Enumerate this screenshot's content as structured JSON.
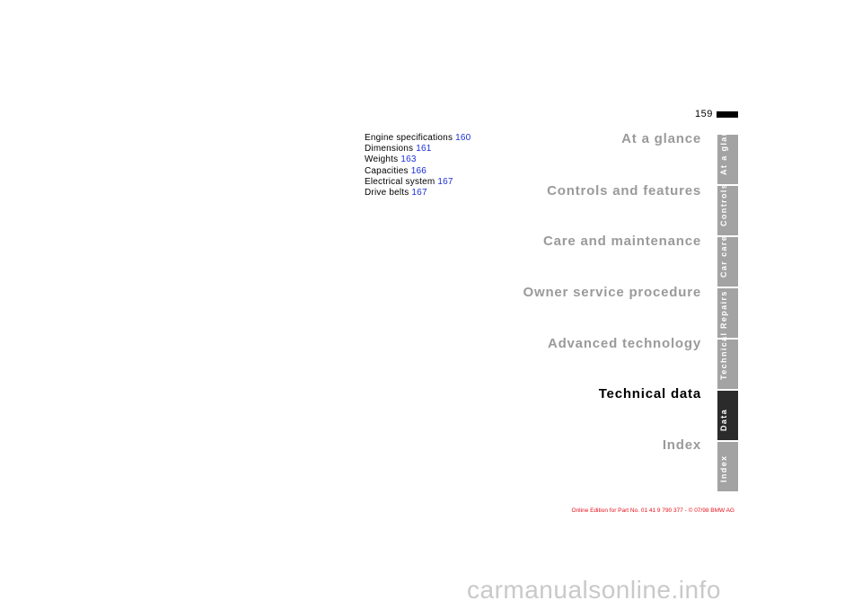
{
  "page": {
    "number": "159"
  },
  "toc": [
    {
      "label": "Engine specifications",
      "page": "160"
    },
    {
      "label": "Dimensions",
      "page": "161"
    },
    {
      "label": "Weights",
      "page": "163"
    },
    {
      "label": "Capacities",
      "page": "166"
    },
    {
      "label": "Electrical system",
      "page": "167"
    },
    {
      "label": "Drive belts",
      "page": "167"
    }
  ],
  "sections": [
    {
      "title": "At a glance",
      "active": false
    },
    {
      "title": "Controls and features",
      "active": false
    },
    {
      "title": "Care and maintenance",
      "active": false
    },
    {
      "title": "Owner service procedure",
      "active": false
    },
    {
      "title": "Advanced technology",
      "active": false
    },
    {
      "title": "Technical data",
      "active": true
    },
    {
      "title": "Index",
      "active": false
    }
  ],
  "tabs": [
    {
      "label": "At a glance",
      "active": false
    },
    {
      "label": "Controls",
      "active": false
    },
    {
      "label": "Car care",
      "active": false
    },
    {
      "label": "Repairs",
      "active": false
    },
    {
      "label": "Technical",
      "active": false
    },
    {
      "label": "Data",
      "active": true
    },
    {
      "label": "Index",
      "active": false
    }
  ],
  "footer": {
    "text": "Online Edition for Part No. 01 41 9 790 377 - © 07/98 BMW AG"
  },
  "watermark": {
    "text": "carmanualsonline.info"
  },
  "colors": {
    "link": "#1a2fd6",
    "footer": "#e8101a",
    "inactive": "#9a9a9a",
    "tab": "#a3a3a3",
    "tab_active": "#2b2b2b"
  }
}
